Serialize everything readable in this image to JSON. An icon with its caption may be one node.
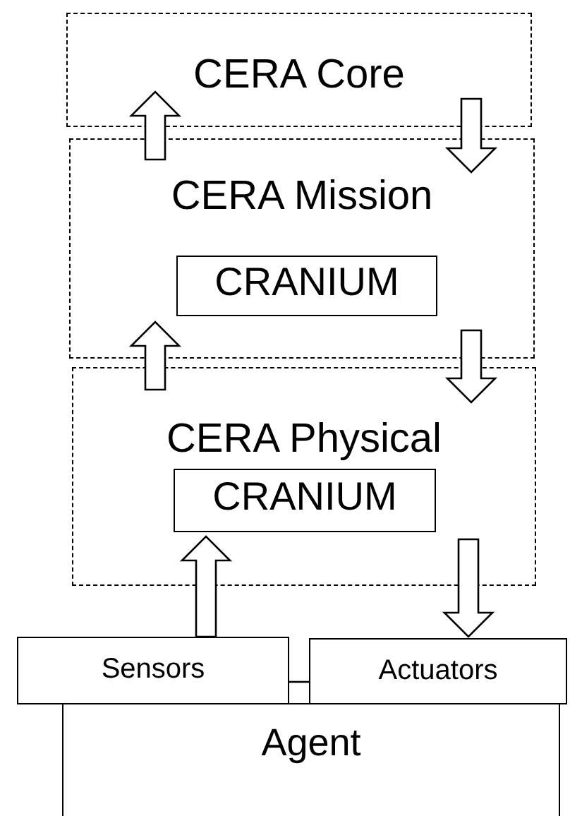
{
  "diagram": {
    "nodes": [
      {
        "text": [
          "CERA Core"
        ]
      },
      {
        "text": [
          "CERA Mission"
        ]
      },
      {
        "text": [
          "CRANIUM"
        ],
        "in": 1
      },
      {
        "text": [
          "CERA Physical"
        ]
      },
      {
        "text": [
          "CRANIUM"
        ],
        "in": 3
      },
      {
        "text": [
          "Sensors"
        ]
      },
      {
        "text": [
          "Actuators"
        ]
      },
      {
        "text": [
          "Agent"
        ]
      }
    ],
    "edges": [
      {
        "from": 1,
        "to": 0,
        "arrow": "to"
      },
      {
        "from": 0,
        "to": 1,
        "arrow": "to"
      },
      {
        "from": 3,
        "to": 1,
        "arrow": "to"
      },
      {
        "from": 1,
        "to": 3,
        "arrow": "to"
      },
      {
        "from": 5,
        "to": 3,
        "arrow": "to"
      },
      {
        "from": 3,
        "to": 6,
        "arrow": "to"
      },
      {
        "from": 5,
        "to": 6,
        "arrow": "none"
      }
    ]
  }
}
